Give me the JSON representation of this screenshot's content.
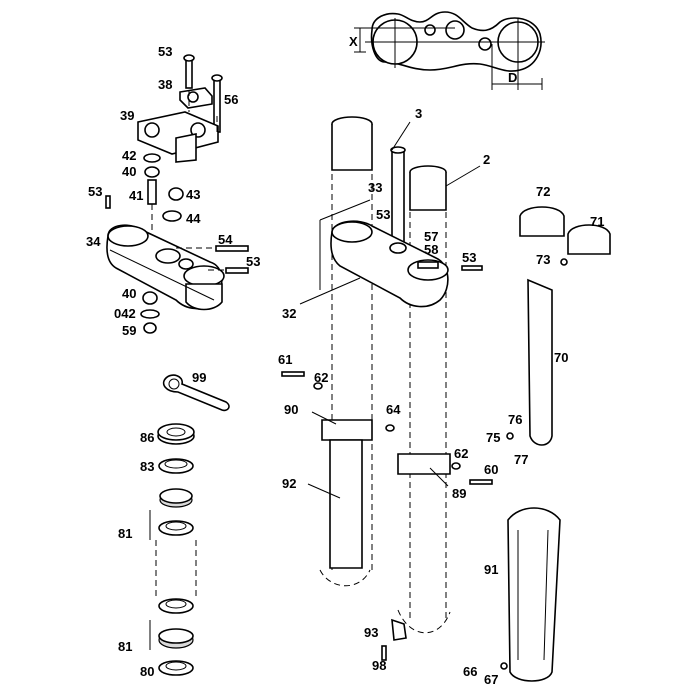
{
  "diagram": {
    "labels": {
      "p53a": "53",
      "p38": "38",
      "p56": "56",
      "p39": "39",
      "p42a": "42",
      "p40a": "40",
      "p43": "43",
      "p53b": "53",
      "p41": "41",
      "p44": "44",
      "p34": "34",
      "p54": "54",
      "p53c": "53",
      "p40b": "40",
      "p042": "042",
      "p59": "59",
      "p99": "99",
      "p86": "86",
      "p83": "83",
      "p81a": "81",
      "p81b": "81",
      "p80": "80",
      "p3": "3",
      "p2": "2",
      "p33": "33",
      "p53d": "53",
      "p57": "57",
      "p58": "58",
      "p53e": "53",
      "p32": "32",
      "p61": "61",
      "p62a": "62",
      "p90": "90",
      "p64": "64",
      "p92": "92",
      "p62b": "62",
      "p60": "60",
      "p89": "89",
      "p72": "72",
      "p71": "71",
      "p73": "73",
      "p70": "70",
      "p76": "76",
      "p75": "75",
      "p77": "77",
      "p91": "91",
      "p93": "93",
      "p98": "98",
      "p66": "66",
      "p67": "67"
    },
    "dimensions": {
      "x": "X",
      "d": "D"
    }
  }
}
